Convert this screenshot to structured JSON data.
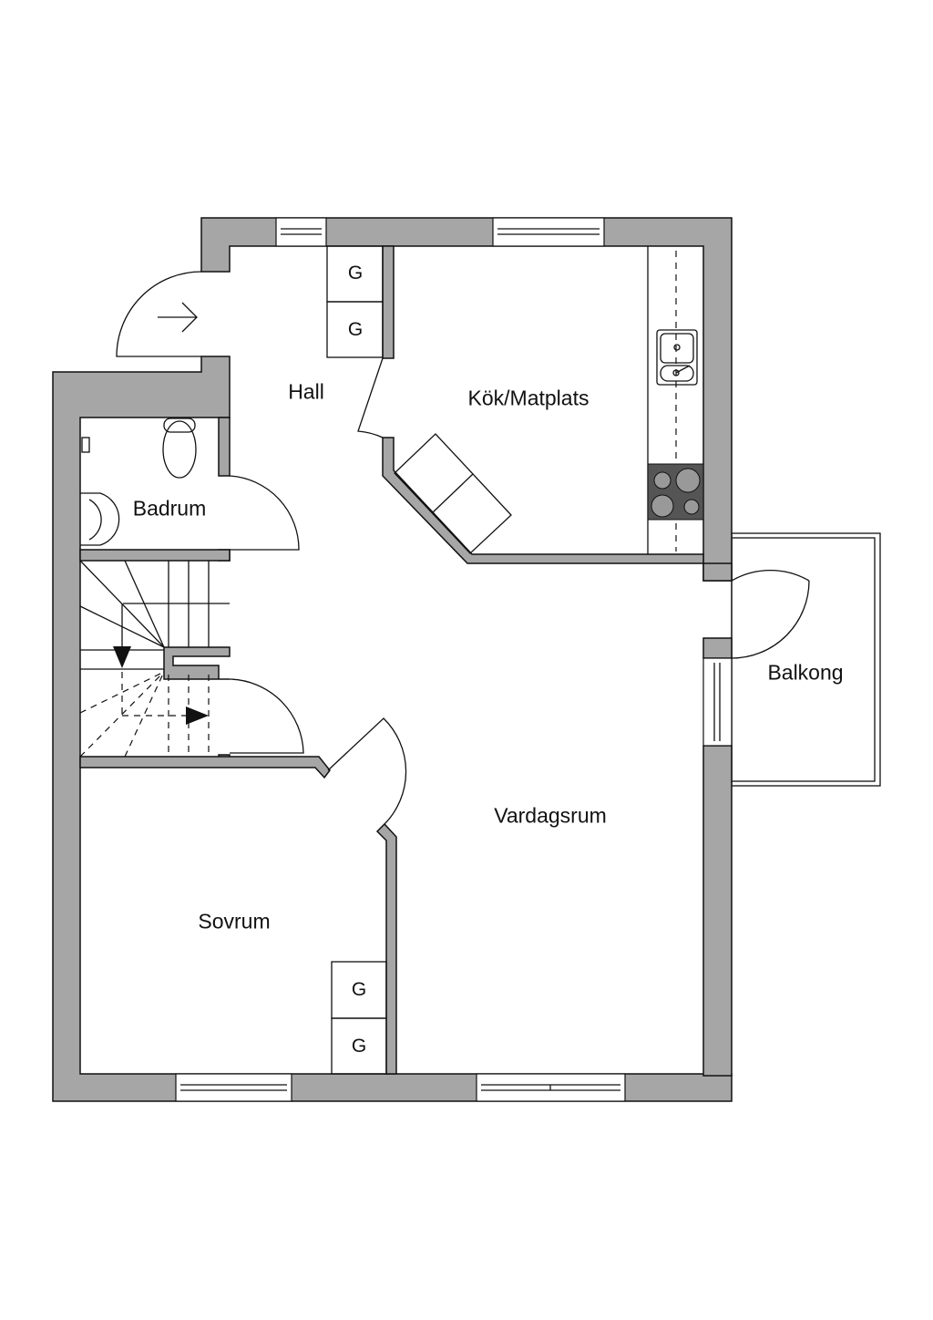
{
  "rooms": {
    "hall": "Hall",
    "kitchen": "Kök/Matplats",
    "bathroom": "Badrum",
    "balcony": "Balkong",
    "living_room": "Vardagsrum",
    "bedroom": "Sovrum"
  },
  "wardrobes": [
    "G",
    "G",
    "G",
    "G"
  ],
  "colors": {
    "wall": "#a6a6a6",
    "stove": "#555555",
    "line": "#111111"
  }
}
